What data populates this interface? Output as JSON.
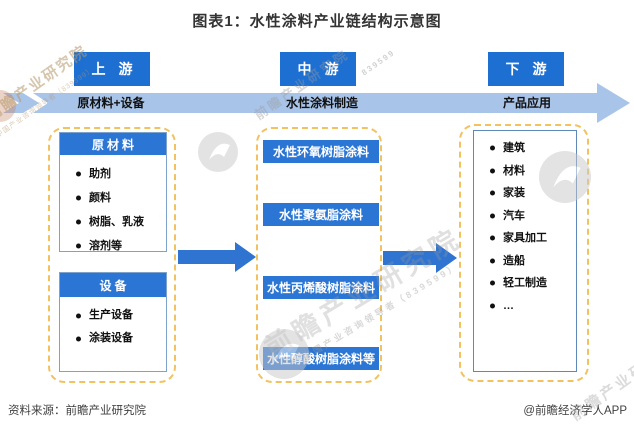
{
  "title": "图表1：水性涂料产业链结构示意图",
  "stages": [
    {
      "label": "上游",
      "arrow_label": "原材料+设备"
    },
    {
      "label": "中游",
      "arrow_label": "水性涂料制造"
    },
    {
      "label": "下游",
      "arrow_label": "产品应用"
    }
  ],
  "upstream_groups": [
    {
      "header": "原材料",
      "items": [
        "助剂",
        "颜料",
        "树脂、乳液",
        "溶剂等"
      ]
    },
    {
      "header": "设备",
      "items": [
        "生产设备",
        "涂装设备"
      ]
    }
  ],
  "midstream_products": [
    "水性环氧树脂涂料",
    "水性聚氨脂涂料",
    "水性丙烯酸树脂涂料",
    "水性醇酸树脂涂料等"
  ],
  "downstream_applications": [
    "建筑",
    "材料",
    "家装",
    "汽车",
    "家具加工",
    "造船",
    "轻工制造",
    "…"
  ],
  "footer": {
    "source": "资料来源：前瞻产业研究院",
    "credit": "@前瞻经济学人APP"
  },
  "watermark": {
    "brand": "前瞻产业研究院",
    "slogan": "中国产业咨询领导者（839599）",
    "code": "839599"
  },
  "colors": {
    "stage_blue": "#1d6fd2",
    "box_blue": "#2b76d4",
    "flow_arrow_blue": "#a9c4e9",
    "connector_blue": "#2f74d0",
    "dashed_border": "#f2c261"
  }
}
